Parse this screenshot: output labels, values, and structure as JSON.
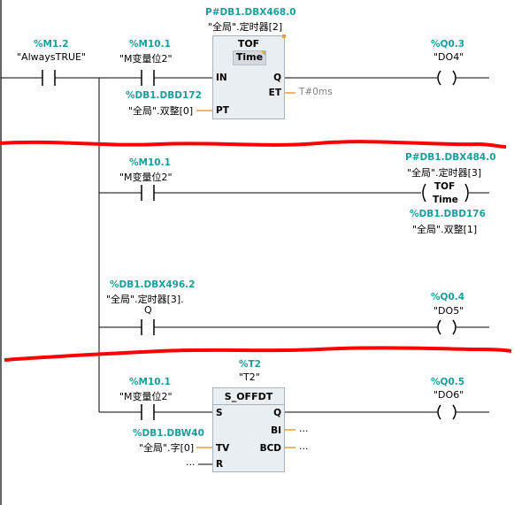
{
  "rung1": {
    "contact1": {
      "address": "%M1.2",
      "symbol": "\"AlwaysTRUE\""
    },
    "contact2": {
      "address": "%M10.1",
      "symbol": "\"M变量位2\""
    },
    "timer": {
      "instance_address": "P#DB1.DBX468.0",
      "instance_symbol": "\"全局\".定时器[2]",
      "type": "TOF",
      "type_sub": "Time",
      "pin_in": "IN",
      "pin_pt": "PT",
      "pin_q": "Q",
      "pin_et": "ET"
    },
    "pt": {
      "address": "%DB1.DBD172",
      "symbol": "\"全局\".双整[0]"
    },
    "et_value": "T#0ms",
    "coil": {
      "address": "%Q0.3",
      "symbol": "\"DO4\""
    }
  },
  "rung2": {
    "contact": {
      "address": "%M10.1",
      "symbol": "\"M变量位2\""
    },
    "coil": {
      "address": "P#DB1.DBX484.0",
      "symbol": "\"全局\".定时器[3]",
      "type": "TOF",
      "type_sub": "Time",
      "value_address": "%DB1.DBD176",
      "value_symbol": "\"全局\".双整[1]"
    }
  },
  "rung3": {
    "contact": {
      "address": "%DB1.DBX496.2",
      "symbol_line1": "\"全局\".定时器[3].",
      "symbol_line2": "Q"
    },
    "coil": {
      "address": "%Q0.4",
      "symbol": "\"DO5\""
    }
  },
  "rung4": {
    "contact": {
      "address": "%M10.1",
      "symbol": "\"M变量位2\""
    },
    "timer": {
      "address": "%T2",
      "symbol": "\"T2\"",
      "type": "S_OFFDT",
      "pin_s": "S",
      "pin_tv": "TV",
      "pin_r": "R",
      "pin_q": "Q",
      "pin_bi": "BI",
      "pin_bcd": "BCD"
    },
    "tv": {
      "address": "%DB1.DBW40",
      "symbol": "\"全局\".字[0]"
    },
    "r_value": "...",
    "bi_value": "...",
    "bcd_value": "...",
    "coil": {
      "address": "%Q0.5",
      "symbol": "\"DO6\""
    }
  },
  "colors": {
    "address": "#1a9d9d",
    "wire": "#000000",
    "box_fill": "#e9eef2",
    "pin_orange": "#f0a030",
    "annotation_red": "#ff0000"
  }
}
